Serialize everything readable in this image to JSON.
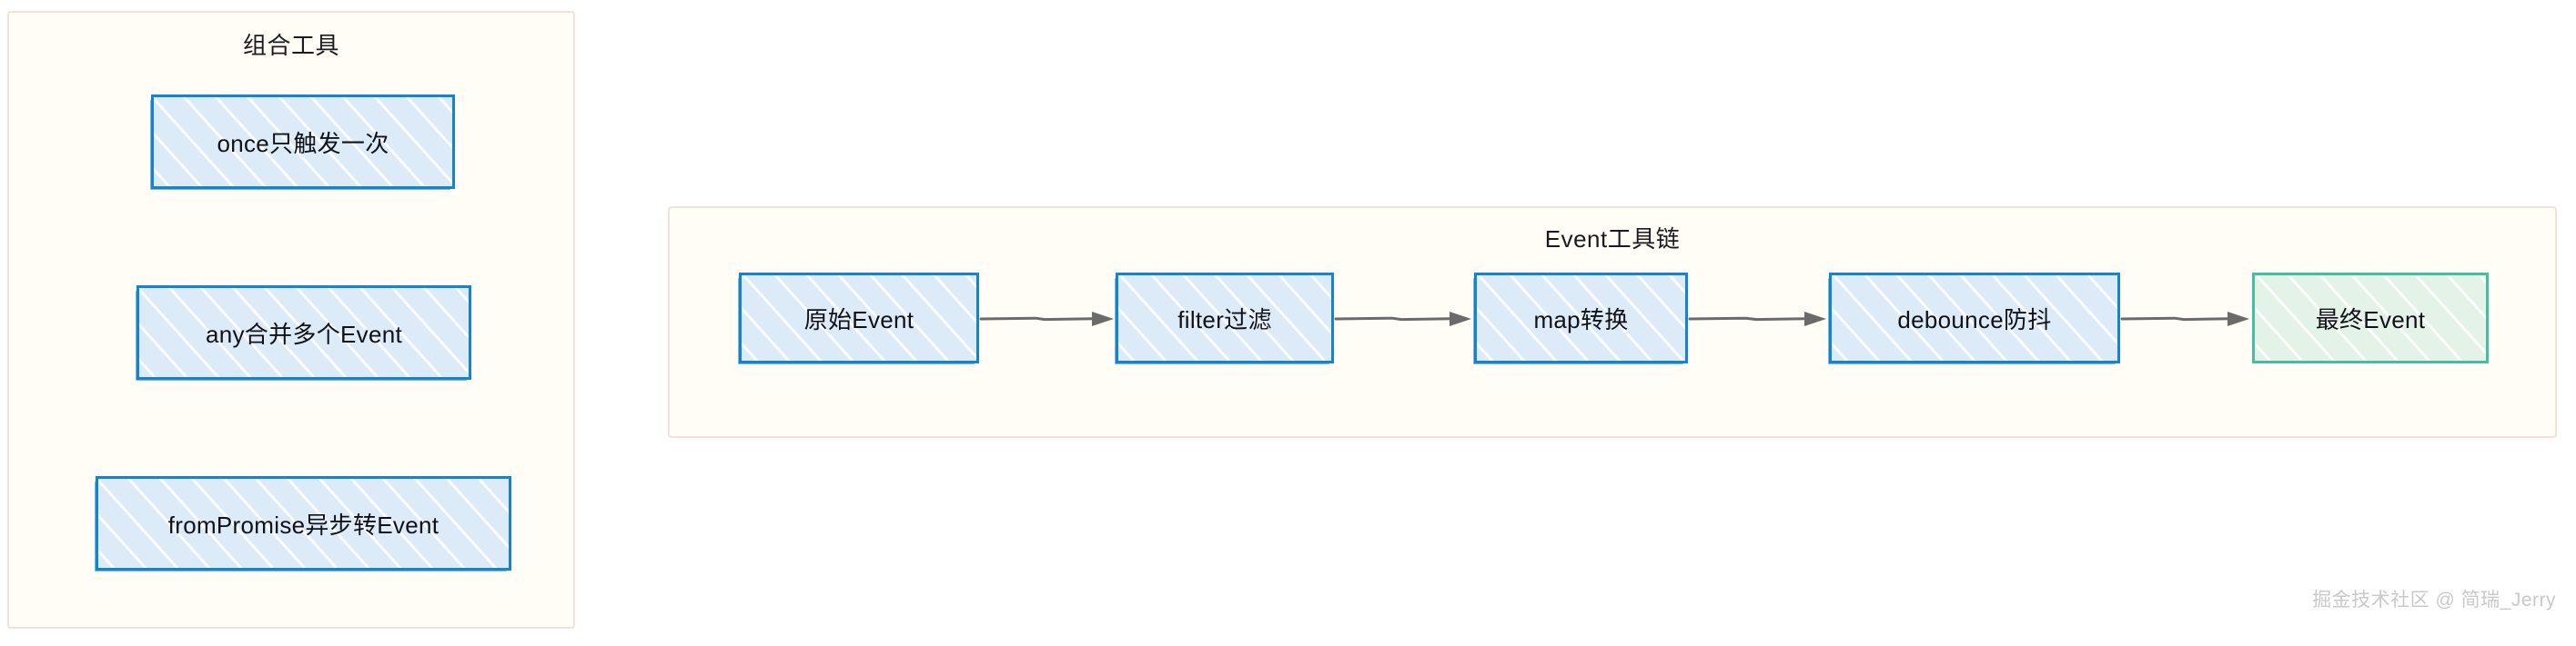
{
  "canvas": {
    "background": "#ffffff",
    "panel_fill": "#fffdf5",
    "panel_stroke": "#f0e4da"
  },
  "left_panel": {
    "title": "组合工具",
    "nodes": [
      {
        "label": "once只触发一次",
        "color": "#1383d4",
        "fill": "#ddebf9"
      },
      {
        "label": "any合并多个Event",
        "color": "#1383d4",
        "fill": "#ddebf9"
      },
      {
        "label": "fromPromise异步转Event",
        "color": "#1383d4",
        "fill": "#ddebf9"
      }
    ]
  },
  "right_panel": {
    "title": "Event工具链",
    "nodes": [
      {
        "label": "原始Event",
        "color": "#1383d4",
        "fill": "#ddebf9"
      },
      {
        "label": "filter过滤",
        "color": "#1383d4",
        "fill": "#ddebf9"
      },
      {
        "label": "map转换",
        "color": "#1383d4",
        "fill": "#ddebf9"
      },
      {
        "label": "debounce防抖",
        "color": "#1383d4",
        "fill": "#ddebf9"
      },
      {
        "label": "最终Event",
        "color": "#41c0a0",
        "fill": "#e4f2e8"
      }
    ],
    "arrow_color": "#6b6b6b",
    "arrow_count": 4
  },
  "watermark": {
    "text": "掘金技术社区 @ 简瑞_Jerry",
    "color": "#c9c9c9"
  }
}
